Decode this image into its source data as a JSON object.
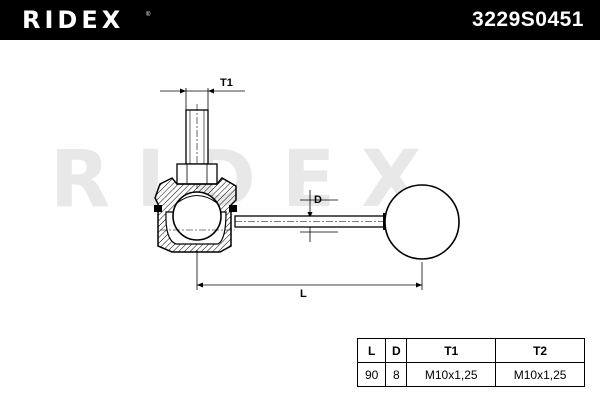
{
  "header": {
    "brand": "RIDEX",
    "brand_mark": "®",
    "part_number": "3229S0451"
  },
  "watermark": "RIDEX",
  "drawing": {
    "labels": {
      "t1": "T1",
      "d": "D",
      "l": "L"
    }
  },
  "spec_table": {
    "headers": [
      "L",
      "D",
      "T1",
      "T2"
    ],
    "values": [
      "90",
      "8",
      "M10x1,25",
      "M10x1,25"
    ]
  }
}
